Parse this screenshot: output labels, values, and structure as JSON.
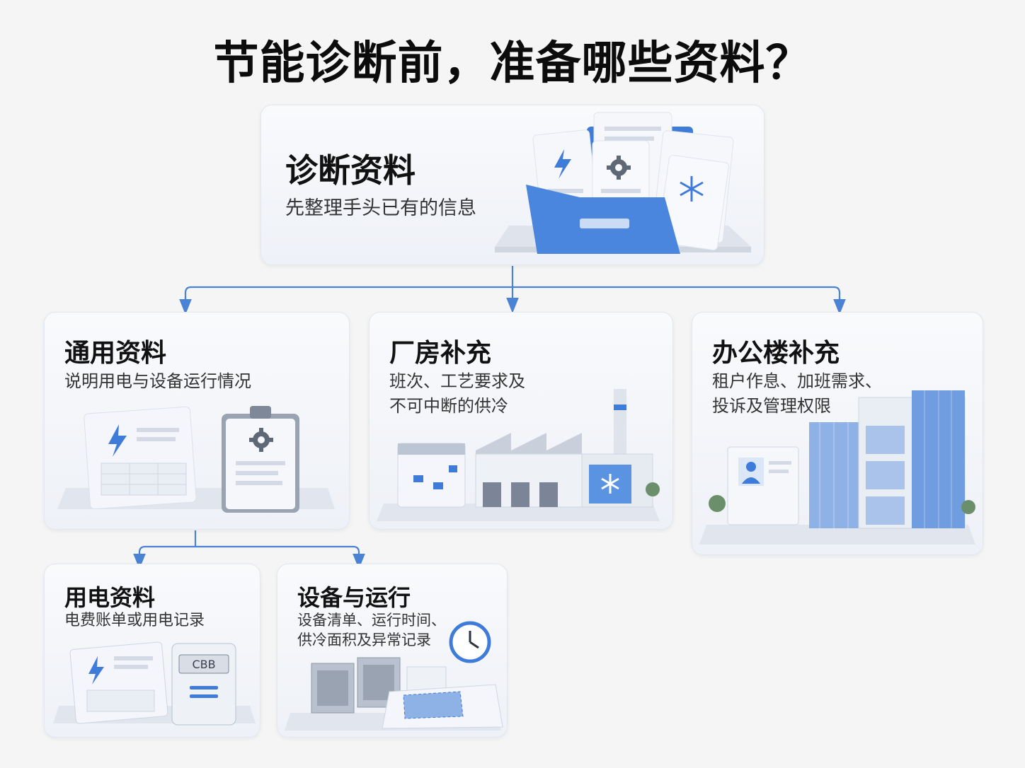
{
  "title": "节能诊断前，准备哪些资料？",
  "root": {
    "title": "诊断资料",
    "subtitle": "先整理手头已有的信息"
  },
  "general": {
    "title": "通用资料",
    "subtitle": "说明用电与设备运行情况"
  },
  "factory": {
    "title": "厂房补充",
    "subtitle_lines": [
      "班次、工艺要求及",
      "不可中断的供冷"
    ]
  },
  "office": {
    "title": "办公楼补充",
    "subtitle_lines": [
      "租户作息、加班需求、",
      "投诉及管理权限"
    ]
  },
  "power": {
    "title": "用电资料",
    "subtitle": "电费账单或用电记录",
    "meter_display": "CBB"
  },
  "equipment": {
    "title": "设备与运行",
    "subtitle_lines": [
      "设备清单、运行时间、",
      "供冷面积及异常记录"
    ]
  },
  "colors": {
    "accent": "#3f7bd9",
    "connector": "#4a82d4",
    "background": "#f4f5f4"
  },
  "icons": [
    "lightning-icon",
    "gear-icon",
    "snowflake-icon",
    "clock-icon",
    "person-icon"
  ]
}
